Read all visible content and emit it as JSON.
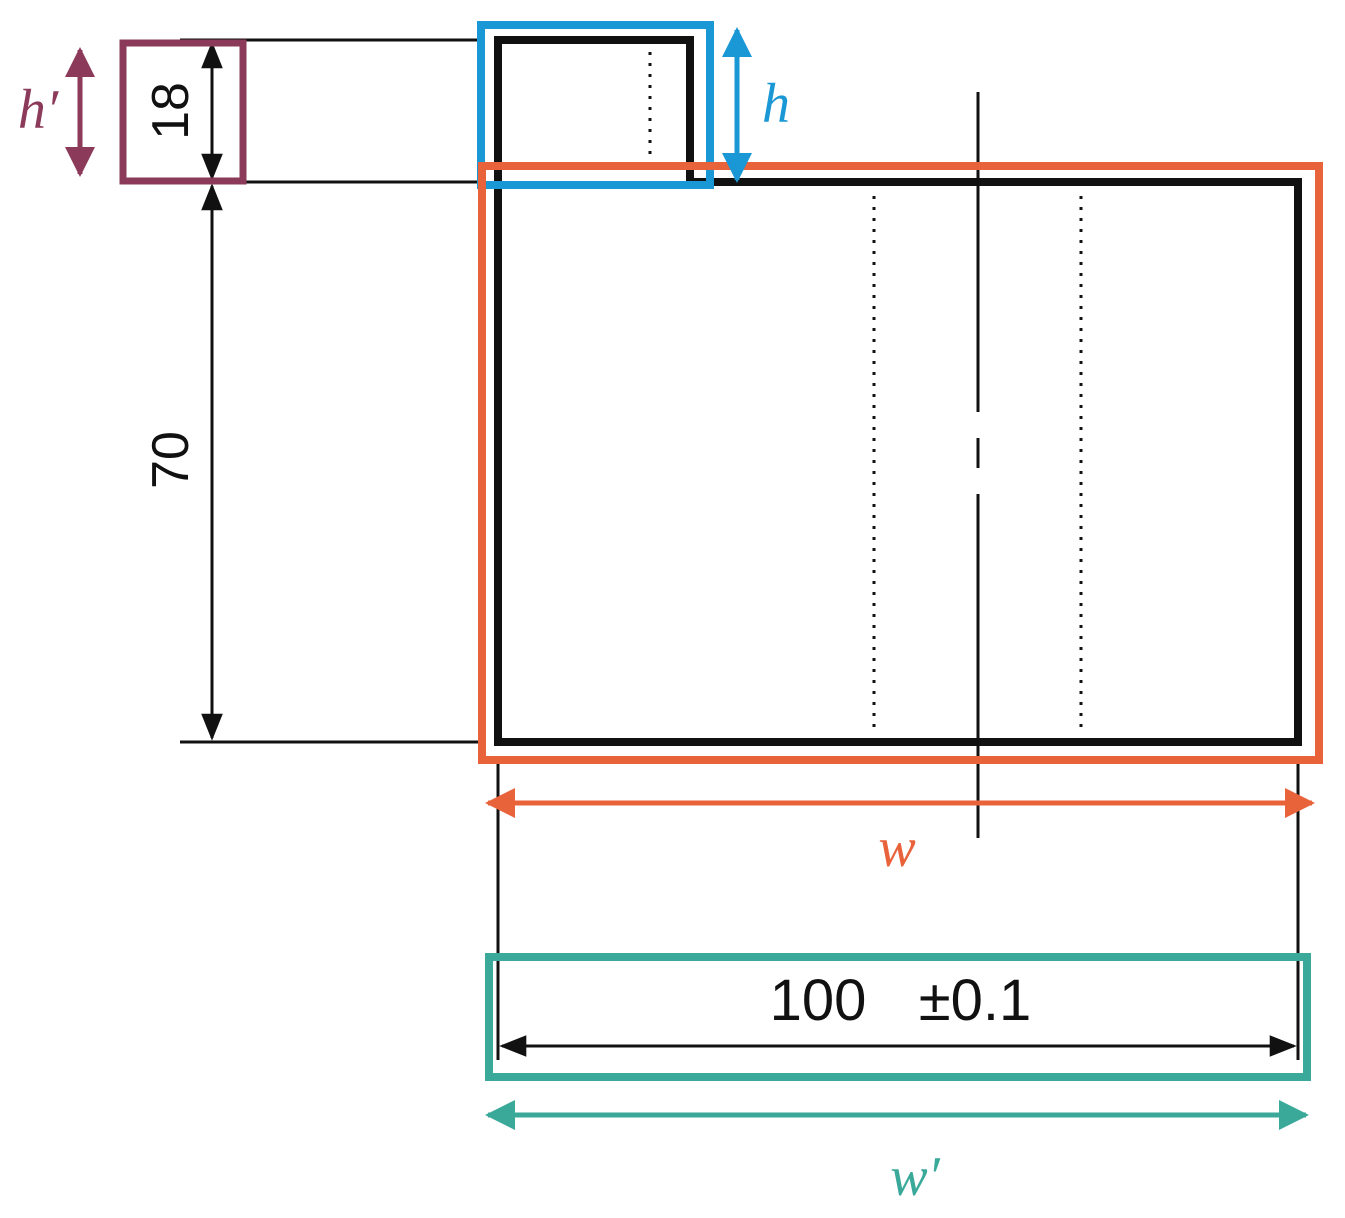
{
  "drawing": {
    "dimensions": {
      "height_upper": "18",
      "height_lower": "70",
      "width": "100",
      "tolerance": "±0.1"
    },
    "variables": {
      "h_prime": "h′",
      "h": "h",
      "w": "w",
      "w_prime": "w′"
    },
    "colors": {
      "h_prime": "#8b3a5a",
      "h": "#1a97d5",
      "w": "#e8623a",
      "w_prime": "#3aa99a",
      "lines": "#111111"
    }
  }
}
